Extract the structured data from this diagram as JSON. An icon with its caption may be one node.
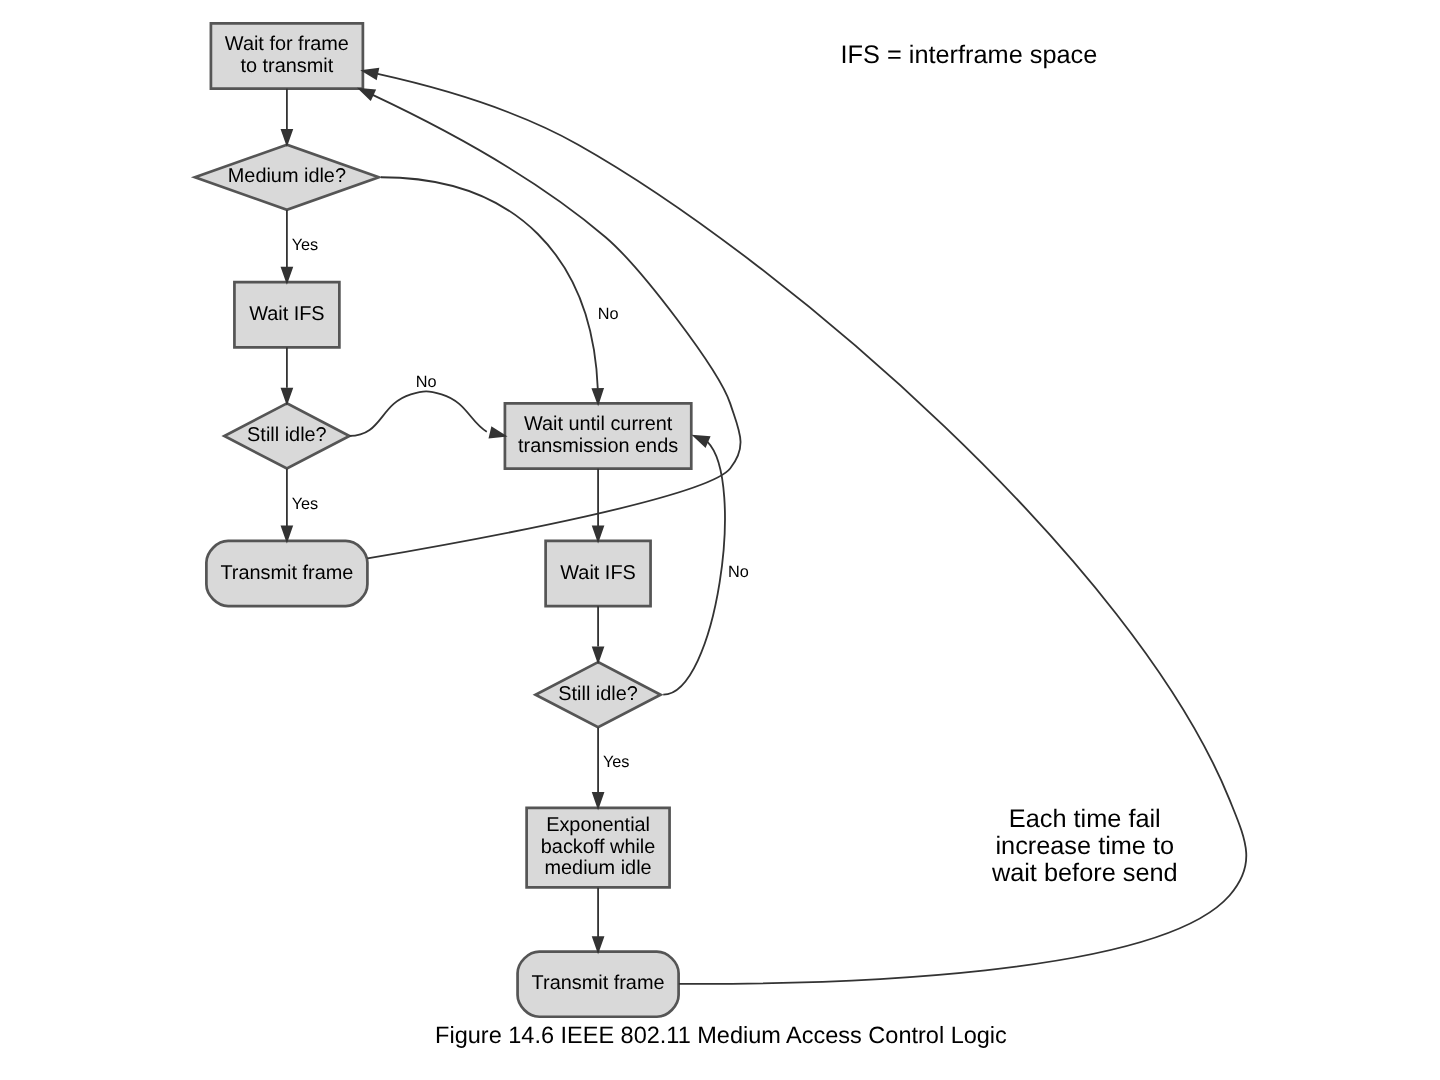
{
  "diagram": {
    "caption": "Figure 14.6 IEEE 802.11 Medium Access Control Logic",
    "nodes": [
      {
        "text": [
          "Wait for frame to transmit"
        ]
      },
      {
        "text": [
          "Medium idle?"
        ]
      },
      {
        "text": [
          "Wait IFS"
        ]
      },
      {
        "text": [
          "Still idle?"
        ]
      },
      {
        "text": [
          "Transmit frame"
        ]
      },
      {
        "text": [
          "Wait until current transmission ends"
        ]
      },
      {
        "text": [
          "Wait IFS"
        ]
      },
      {
        "text": [
          "Still idle?"
        ]
      },
      {
        "text": [
          "Exponential backoff while medium idle"
        ]
      },
      {
        "text": [
          "Transmit frame"
        ]
      }
    ],
    "edges": [
      {
        "from": 0,
        "to": 1,
        "arrow": "to"
      },
      {
        "from": 1,
        "to": 2,
        "label": "Yes",
        "arrow": "to"
      },
      {
        "from": 1,
        "to": 5,
        "label": "No",
        "arrow": "to"
      },
      {
        "from": 2,
        "to": 3,
        "arrow": "to"
      },
      {
        "from": 3,
        "to": 4,
        "label": "Yes",
        "arrow": "to"
      },
      {
        "from": 3,
        "to": 5,
        "label": "No",
        "arrow": "to"
      },
      {
        "from": 4,
        "to": 0,
        "arrow": "to"
      },
      {
        "from": 5,
        "to": 6,
        "arrow": "to"
      },
      {
        "from": 6,
        "to": 7,
        "arrow": "to"
      },
      {
        "from": 7,
        "to": 5,
        "label": "No",
        "arrow": "to"
      },
      {
        "from": 7,
        "to": 8,
        "label": "Yes",
        "arrow": "to"
      },
      {
        "from": 8,
        "to": 9,
        "arrow": "to"
      },
      {
        "from": 9,
        "to": 0,
        "arrow": "to"
      }
    ],
    "labels": [
      "IFS = interframe space",
      "Each time fail increase time to wait before send"
    ]
  }
}
